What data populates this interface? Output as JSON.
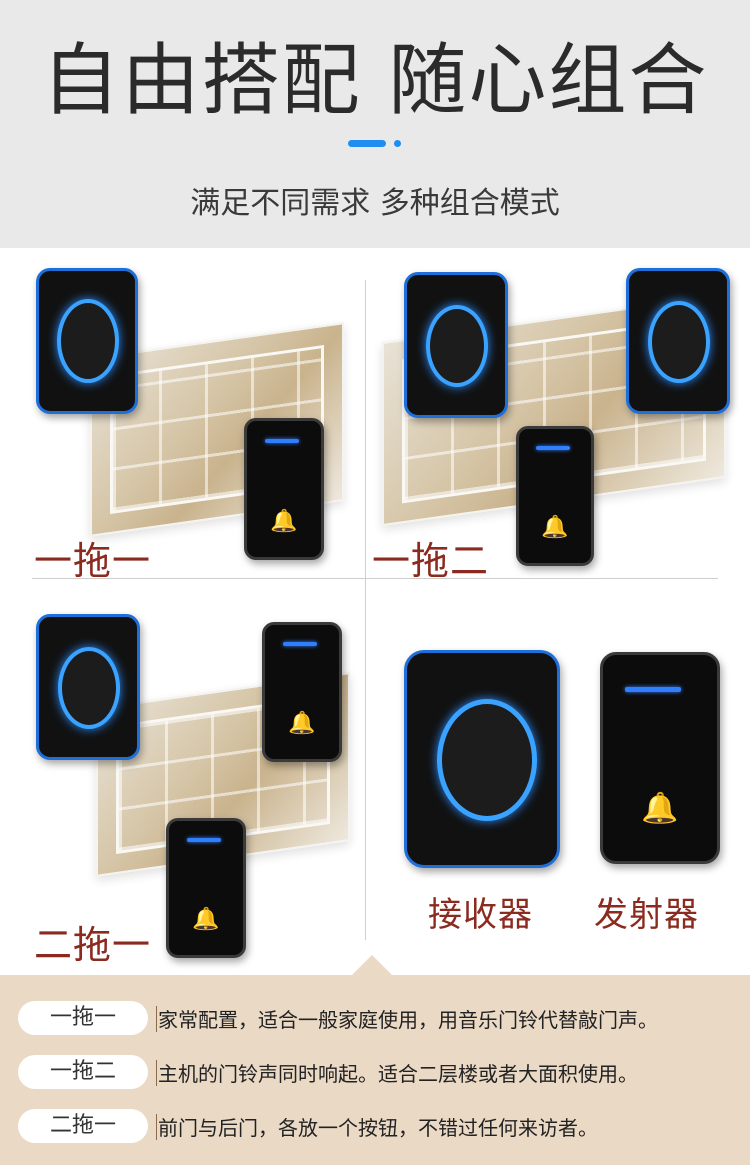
{
  "header": {
    "title": "自由搭配 随心组合",
    "subtitle": "满足不同需求 多种组合模式",
    "accent_color": "#1f8ef1"
  },
  "combos": [
    {
      "label": "一拖一"
    },
    {
      "label": "一拖二"
    },
    {
      "label": "二拖一"
    }
  ],
  "devices": {
    "receiver_label": "接收器",
    "sender_label": "发射器",
    "bell_icon": "bell-icon"
  },
  "footer": {
    "rows": [
      {
        "tag": "一拖一",
        "desc": "家常配置，适合一般家庭使用，用音乐门铃代替敲门声。"
      },
      {
        "tag": "一拖二",
        "desc": "主机的门铃声同时响起。适合二层楼或者大面积使用。"
      },
      {
        "tag": "二拖一",
        "desc": "前门与后门，各放一个按钮，不错过任何来访者。"
      }
    ]
  },
  "colors": {
    "label_color": "#8b2a1f",
    "ring_color": "#3aa3ff",
    "footer_bg": "#ead9c4"
  }
}
